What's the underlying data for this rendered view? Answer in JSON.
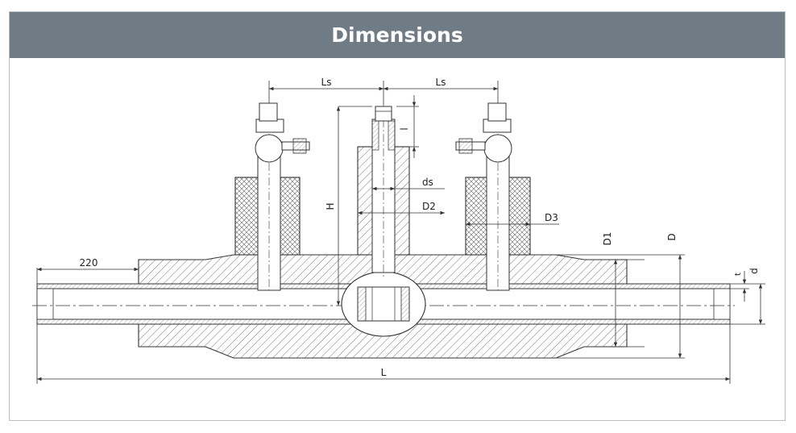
{
  "header": {
    "title": "Dimensions"
  },
  "labels": {
    "ls_left": "Ls",
    "ls_right": "Ls",
    "l_small": "l",
    "ds": "ds",
    "d2": "D2",
    "d3": "D3",
    "h": "H",
    "d1": "D1",
    "d_big": "D",
    "t": "t",
    "d_small": "d",
    "dim_220": "220",
    "l_total": "L"
  },
  "colors": {
    "header_bg": "#6f7c86",
    "line": "#333333",
    "hatch": "#555555"
  }
}
